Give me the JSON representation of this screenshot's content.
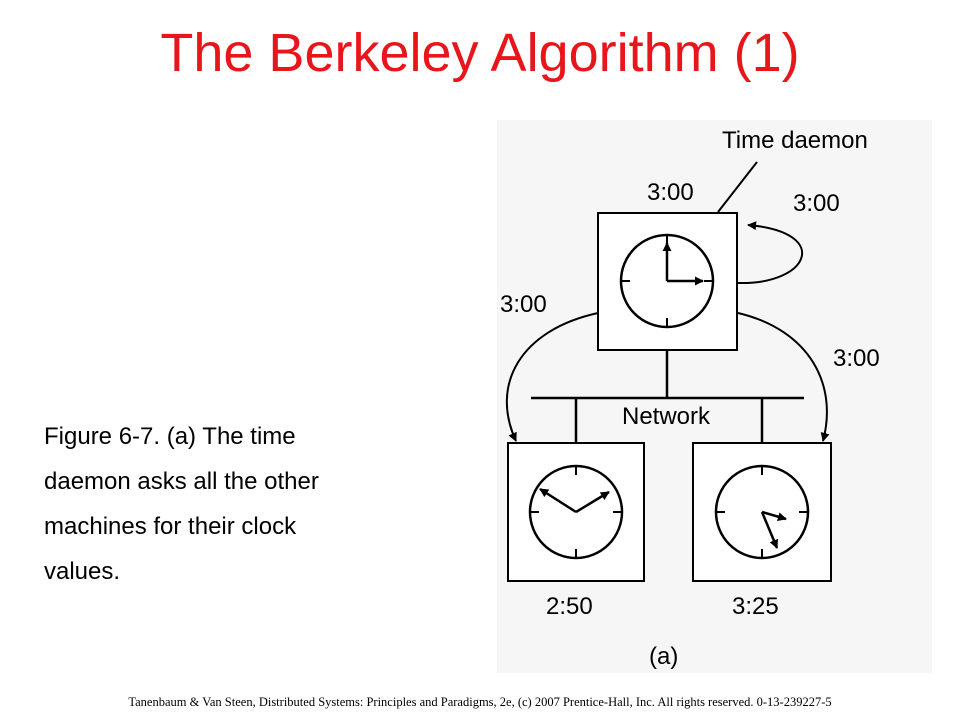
{
  "title": "The Berkeley Algorithm (1)",
  "caption": {
    "lines": [
      "Figure 6-7. (a) The time",
      "daemon asks all the other",
      "machines for their clock",
      "values."
    ]
  },
  "figure": {
    "daemon_label": "Time daemon",
    "daemon_time": "3:00",
    "self_request_time": "3:00",
    "left_request_time": "3:00",
    "right_request_time": "3:00",
    "network_label": "Network",
    "left_machine_time": "2:50",
    "right_machine_time": "3:25",
    "panel_label": "(a)"
  },
  "footer": "Tanenbaum & Van Steen, Distributed Systems: Principles and Paradigms, 2e, (c) 2007 Prentice-Hall, Inc. All rights reserved. 0-13-239227-5",
  "colors": {
    "title": "#e8151b",
    "figure_bg": "#f6f6f6"
  }
}
